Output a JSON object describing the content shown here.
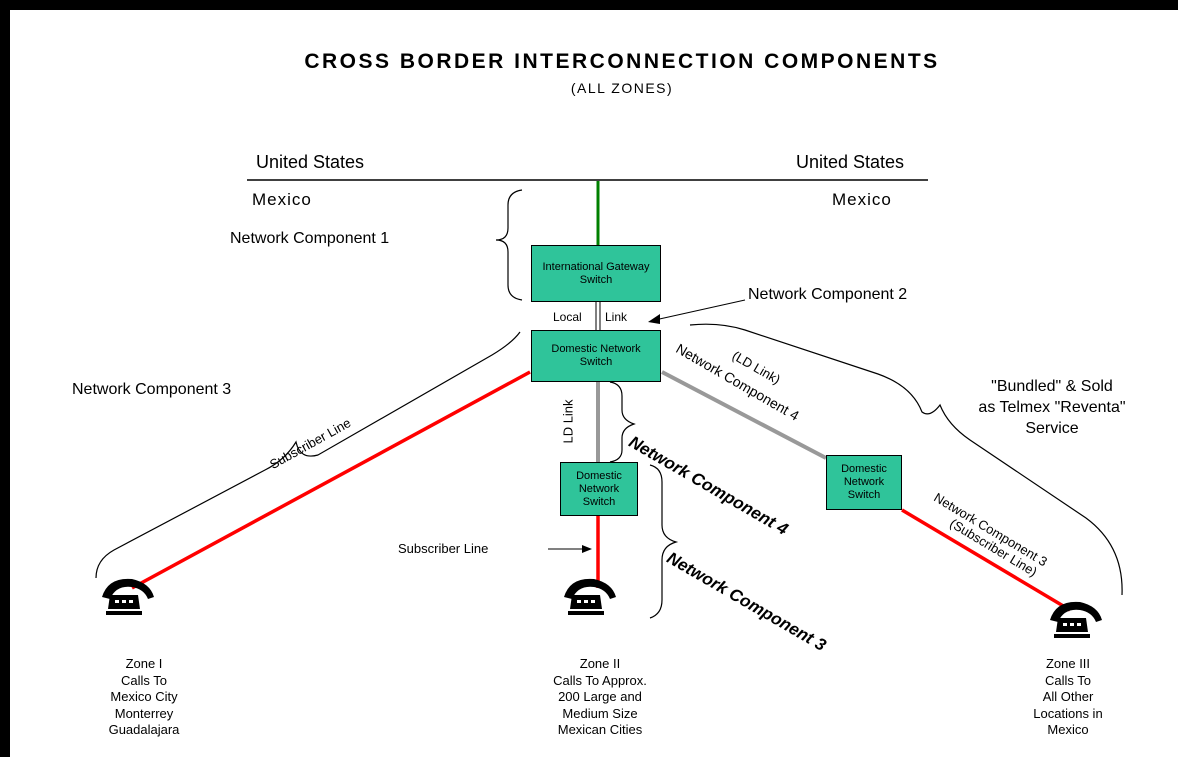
{
  "title": "CROSS BORDER INTERCONNECTION COMPONENTS",
  "subtitle": "(ALL ZONES)",
  "border": {
    "left_top": "United States",
    "left_bottom": "Mexico",
    "right_top": "United States",
    "right_bottom": "Mexico"
  },
  "boxes": {
    "gateway": "International Gateway Switch",
    "domestic_top": "Domestic Network Switch",
    "domestic_mid": "Domestic Network Switch",
    "domestic_right": "Domestic Network Switch"
  },
  "labels": {
    "nc1": "Network Component 1",
    "nc2": "Network Component 2",
    "nc3_left": "Network Component 3",
    "local_link_left": "Local",
    "local_link_right": "Link",
    "ld_link_vertical": "LD Link",
    "subscriber_line_left": "Subscriber Line",
    "subscriber_line_mid": "Subscriber Line",
    "nc4_bold": "Network Component 4",
    "nc3_bold": "Network Component 3",
    "nc4_diag": "Network Component 4",
    "ld_link_diag": "(LD Link)",
    "nc3_right": "Network Component 3",
    "subscriber_line_right": "(Subscriber Line)",
    "bundled": "\"Bundled\" & Sold\nas Telmex \"Reventa\"\nService"
  },
  "zones": {
    "zone1": "Zone I\nCalls To\nMexico City\nMonterrey\nGuadalajara",
    "zone2": "Zone II\nCalls To Approx.\n200 Large and\nMedium Size\nMexican Cities",
    "zone3": "Zone III\nCalls To\nAll Other\nLocations in\nMexico"
  },
  "colors": {
    "box_fill": "#2fc49a",
    "subscriber_line": "#ff0000",
    "ld_link": "#999999",
    "international_link": "#008000"
  },
  "icons": [
    "telephone-icon",
    "telephone-icon",
    "telephone-icon"
  ]
}
